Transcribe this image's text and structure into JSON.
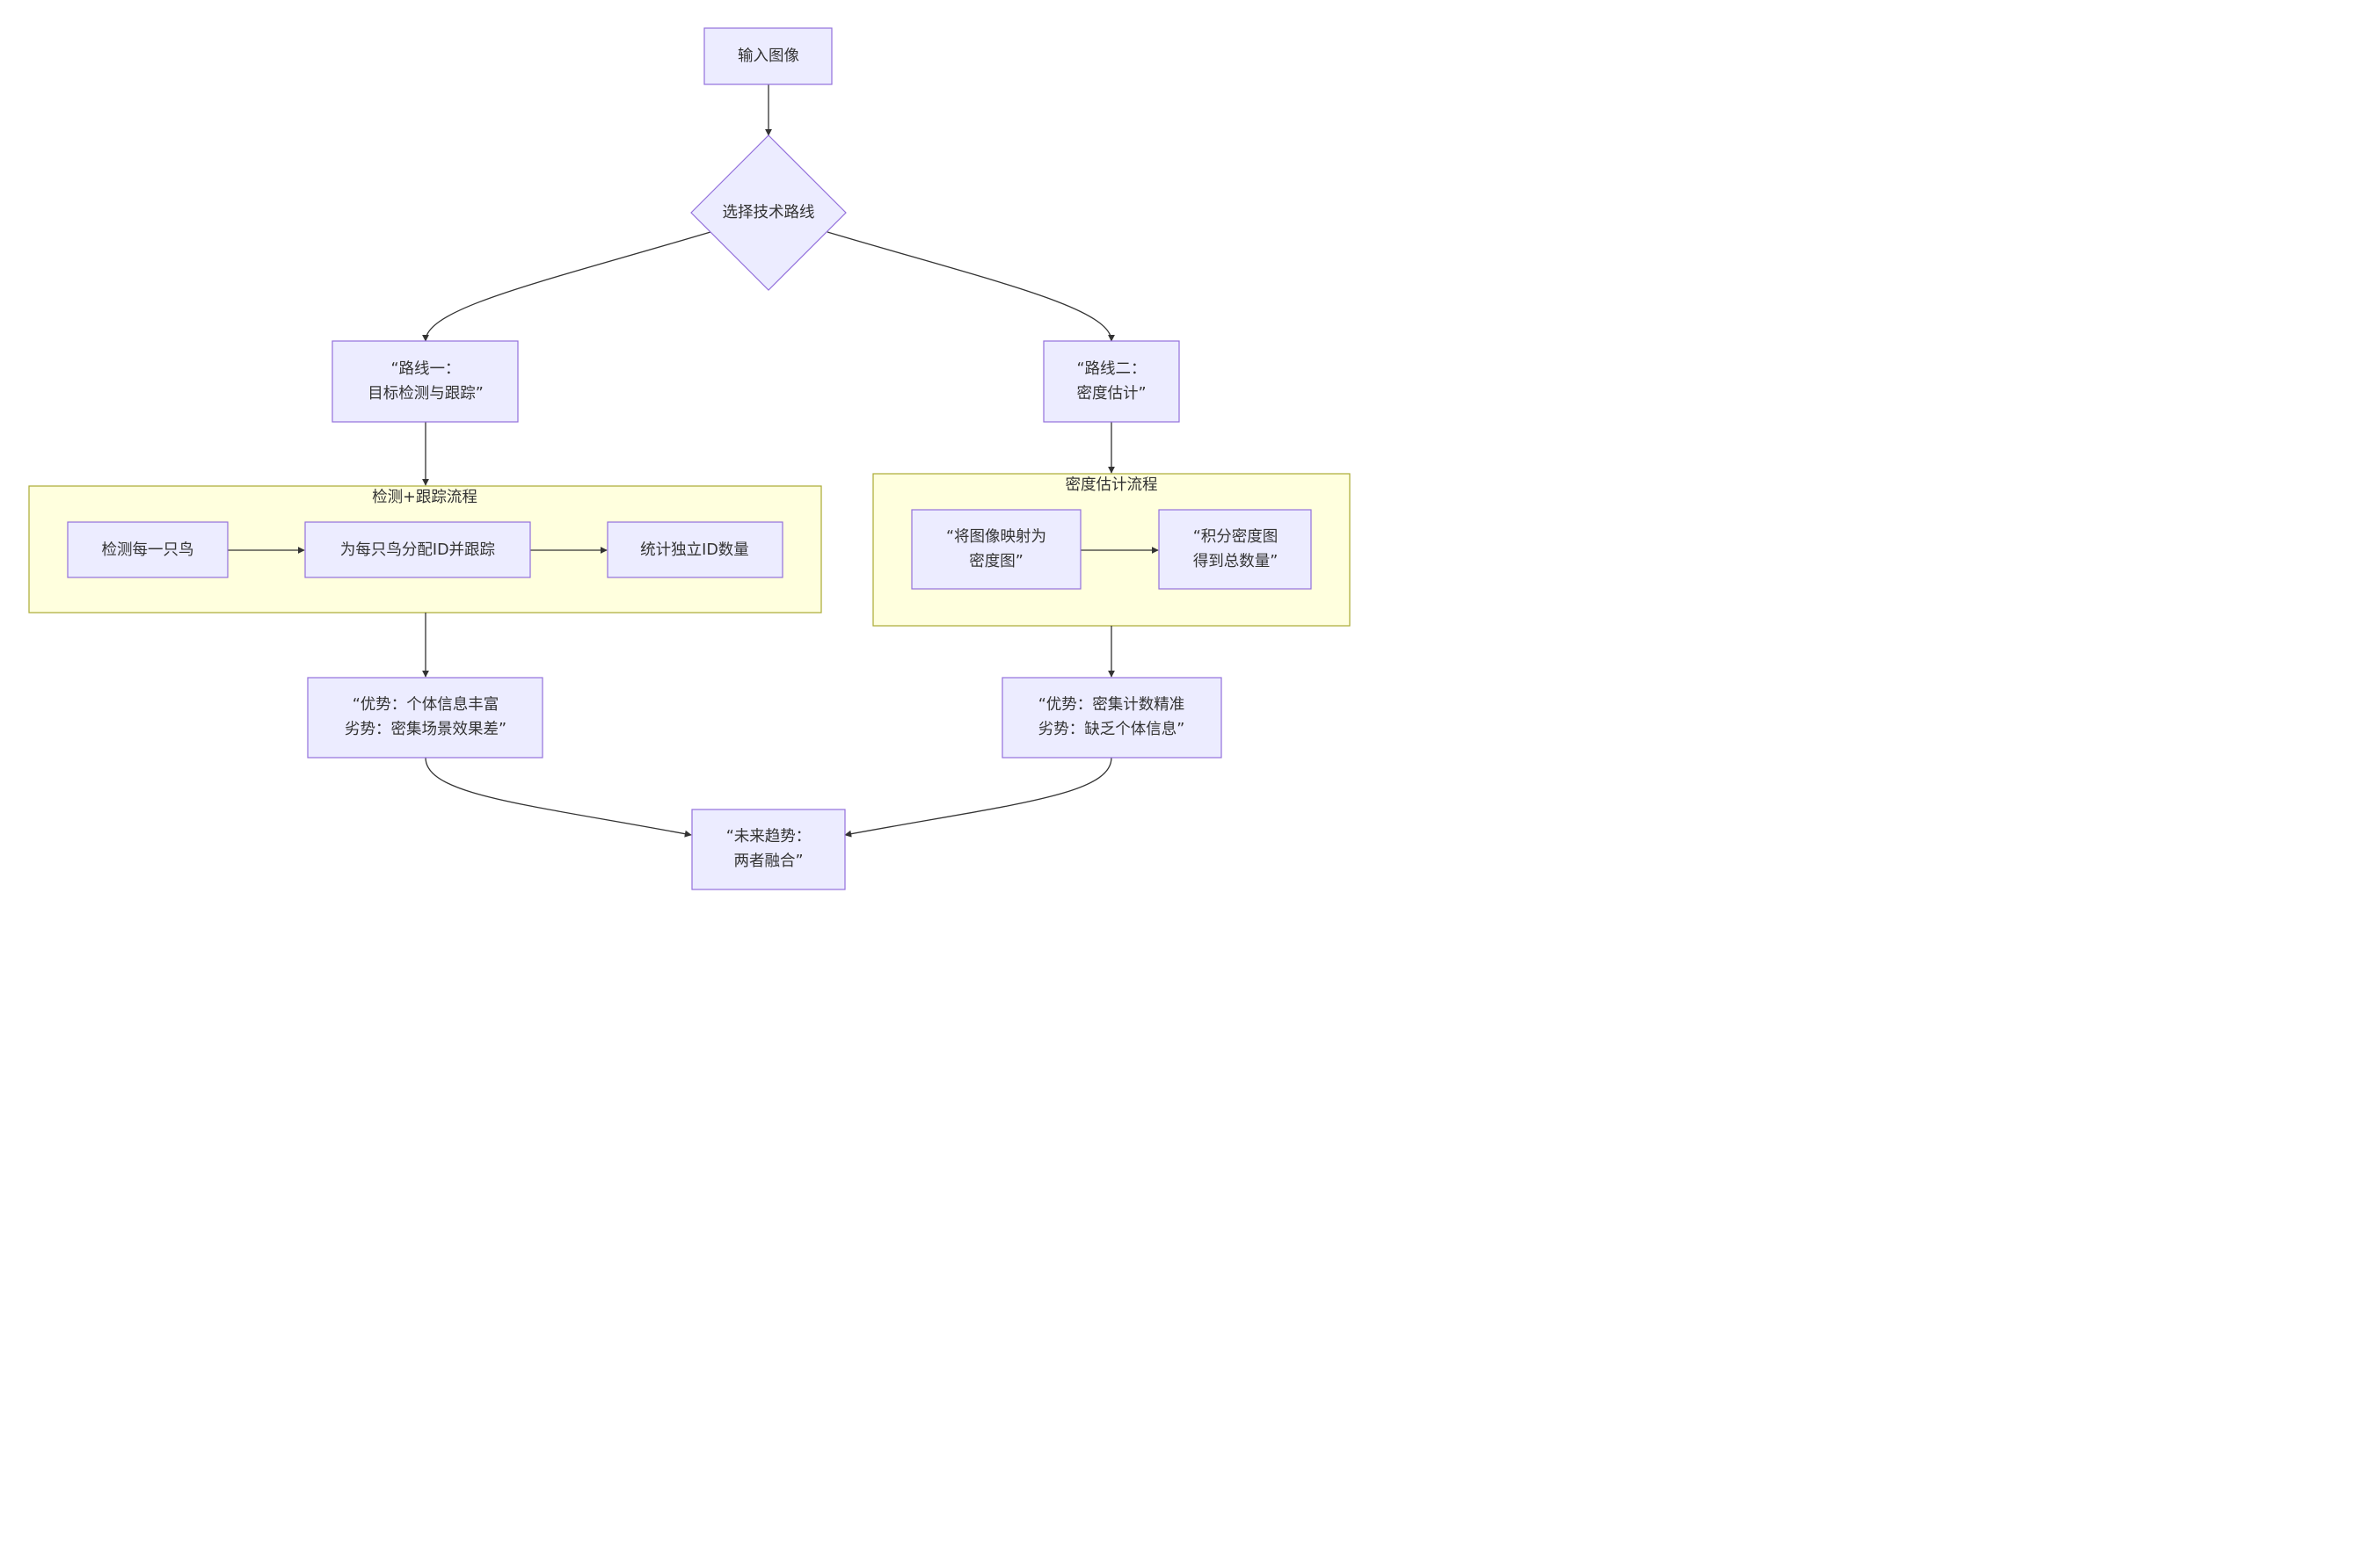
{
  "colors": {
    "node_fill": "#ECECFF",
    "node_stroke": "#9370DB",
    "cluster_fill": "#FFFFDE",
    "cluster_stroke": "#AAAA33",
    "edge": "#333333",
    "text": "#333333"
  },
  "nodes": {
    "input": "输入图像",
    "decision": "选择技术路线",
    "route1": [
      "“路线一：",
      "目标检测与跟踪”"
    ],
    "route2": [
      "“路线二：",
      "密度估计”"
    ],
    "detect_each": "检测每一只鸟",
    "assign_id": "为每只鸟分配ID并跟踪",
    "count_ids": "统计独立ID数量",
    "map_density": [
      "“将图像映射为",
      "密度图”"
    ],
    "integrate": [
      "“积分密度图",
      "得到总数量”"
    ],
    "pros1": [
      "“优势：个体信息丰富",
      "劣势：密集场景效果差”"
    ],
    "pros2": [
      "“优势：密集计数精准",
      "劣势：缺乏个体信息”"
    ],
    "future": [
      "“未来趋势：",
      "两者融合”"
    ]
  },
  "clusters": {
    "detect_track": "检测+跟踪流程",
    "density": "密度估计流程"
  }
}
